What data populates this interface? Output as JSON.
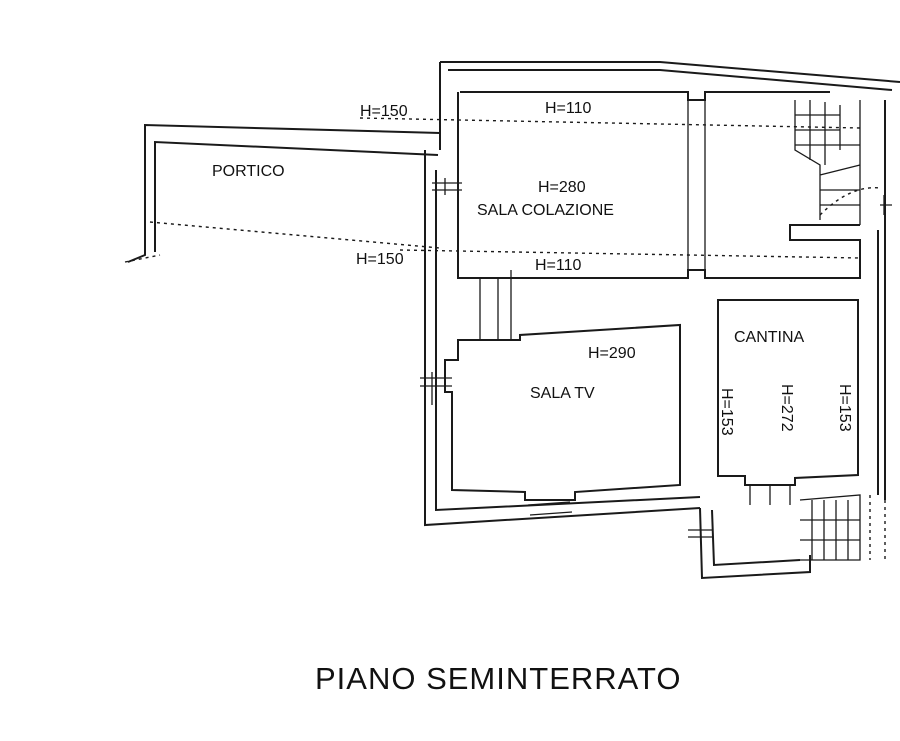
{
  "plan": {
    "title": "PIANO SEMINTERRATO",
    "rooms": {
      "portico": "PORTICO",
      "sala_colazione": "SALA COLAZIONE",
      "sala_tv": "SALA TV",
      "cantina": "CANTINA"
    },
    "heights": {
      "portico_top": "H=150",
      "portico_bottom": "H=150",
      "colazione_top": "H=110",
      "colazione_bottom": "H=110",
      "colazione_center": "H=280",
      "sala_tv": "H=290",
      "cantina_left": "H=153",
      "cantina_center": "H=272",
      "cantina_right": "H=153"
    }
  }
}
